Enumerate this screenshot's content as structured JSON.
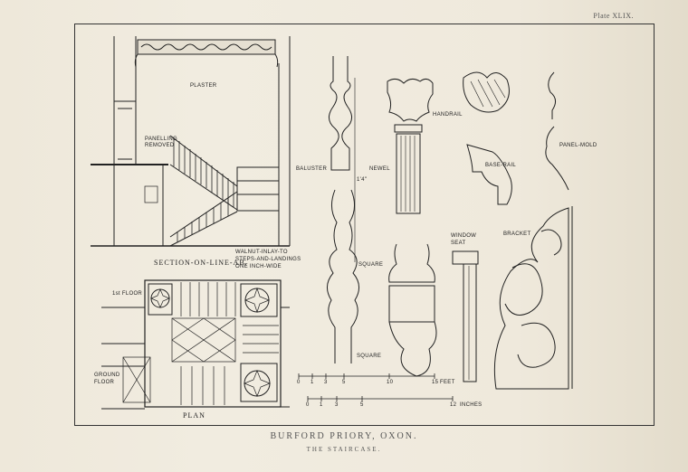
{
  "plate_number": "Plate XLIX.",
  "labels": {
    "plaster": "PLASTER",
    "panelling": "PANELLING",
    "removed": "REMOVED",
    "section": "SECTION-ON-LINE-AB.",
    "walnut_line1": "WALNUT-INLAY-TO",
    "walnut_line2": "STEPS-AND-LANDINGS",
    "walnut_line3": "ONE INCH-WIDE",
    "floor1": "1st FLOOR",
    "ground": "GROUND",
    "floor": "FLOOR",
    "plan": "PLAN",
    "baluster": "BALUSTER",
    "newel": "NEWEL",
    "handrail": "HANDRAIL",
    "base_rail": "BASE-RAIL",
    "panel_mold": "PANEL-MOLD",
    "window": "WINDOW",
    "seat": "SEAT",
    "bracket": "BRACKET",
    "square1": "SQUARE",
    "square2": "SQUARE",
    "dimension": "1'4\"",
    "scale_feet": "FEET",
    "scale_inches": "INCHES"
  },
  "scale_top": [
    "0",
    "1",
    "3",
    "5",
    "10",
    "15"
  ],
  "scale_bottom": [
    "0",
    "1",
    "3",
    "5",
    "12"
  ],
  "caption": {
    "title": "BURFORD PRIORY, OXON.",
    "subtitle": "THE STAIRCASE."
  }
}
